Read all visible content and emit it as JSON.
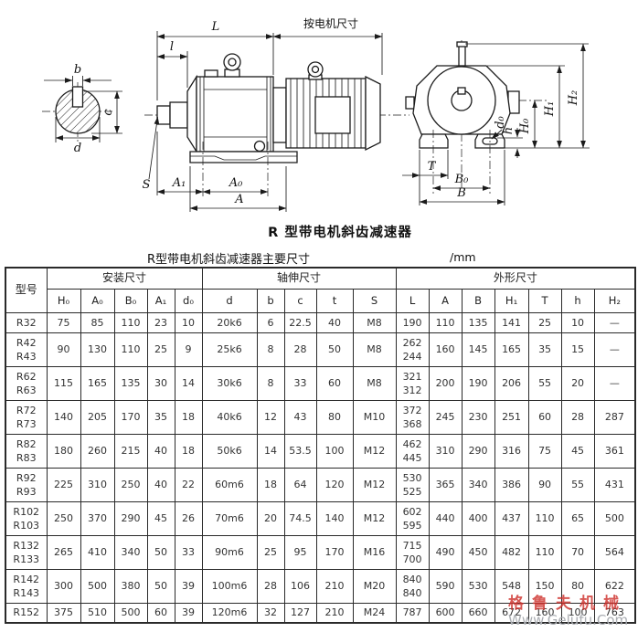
{
  "drawing": {
    "caption": "R 型带电机斜齿减速器",
    "section": {
      "b": "b",
      "c": "c",
      "d": "d"
    },
    "side": {
      "L": "L",
      "motor": "按电机尺寸",
      "l": "l",
      "S": "S",
      "A1": "A₁",
      "A0": "A₀",
      "A": "A"
    },
    "end": {
      "T": "T",
      "B0": "B₀",
      "B": "B",
      "d0": "d₀",
      "h": "h",
      "H0": "H₀",
      "H1": "H₁",
      "H2": "H₂"
    }
  },
  "table": {
    "title": "R型带电机斜齿减速器主要尺寸",
    "unit": "/mm",
    "header": {
      "model": "型号",
      "groups": [
        "安装尺寸",
        "轴伸尺寸",
        "外形尺寸"
      ]
    },
    "columns": [
      "H₀",
      "A₀",
      "B₀",
      "A₁",
      "d₀",
      "d",
      "b",
      "c",
      "t",
      "S",
      "L",
      "A",
      "B",
      "H₁",
      "T",
      "h",
      "H₂"
    ],
    "rows": [
      {
        "model": "R32",
        "cells": [
          "75",
          "85",
          "110",
          "23",
          "10",
          "20k6",
          "6",
          "22.5",
          "40",
          "M8",
          "190",
          "110",
          "135",
          "141",
          "25",
          "10",
          "—"
        ]
      },
      {
        "model": "R42\nR43",
        "cells": [
          "90",
          "130",
          "110",
          "25",
          "9",
          "25k6",
          "8",
          "28",
          "50",
          "M8",
          "262\n244",
          "160",
          "145",
          "165",
          "35",
          "15",
          "—"
        ]
      },
      {
        "model": "R62\nR63",
        "cells": [
          "115",
          "165",
          "135",
          "30",
          "14",
          "30k6",
          "8",
          "33",
          "60",
          "M8",
          "321\n312",
          "200",
          "190",
          "206",
          "55",
          "20",
          "—"
        ]
      },
      {
        "model": "R72\nR73",
        "cells": [
          "140",
          "205",
          "170",
          "35",
          "18",
          "40k6",
          "12",
          "43",
          "80",
          "M10",
          "372\n368",
          "245",
          "230",
          "251",
          "60",
          "28",
          "287"
        ]
      },
      {
        "model": "R82\nR83",
        "cells": [
          "180",
          "260",
          "215",
          "40",
          "18",
          "50k6",
          "14",
          "53.5",
          "100",
          "M12",
          "462\n445",
          "310",
          "290",
          "316",
          "75",
          "45",
          "361"
        ]
      },
      {
        "model": "R92\nR93",
        "cells": [
          "225",
          "310",
          "250",
          "40",
          "22",
          "60m6",
          "18",
          "64",
          "120",
          "M12",
          "530\n525",
          "365",
          "340",
          "386",
          "90",
          "55",
          "431"
        ]
      },
      {
        "model": "R102\nR103",
        "cells": [
          "250",
          "370",
          "290",
          "45",
          "26",
          "70m6",
          "20",
          "74.5",
          "140",
          "M12",
          "602\n595",
          "440",
          "400",
          "437",
          "110",
          "65",
          "500"
        ]
      },
      {
        "model": "R132\nR133",
        "cells": [
          "265",
          "410",
          "340",
          "50",
          "33",
          "90m6",
          "25",
          "95",
          "170",
          "M16",
          "715\n700",
          "490",
          "450",
          "482",
          "110",
          "70",
          "564"
        ]
      },
      {
        "model": "R142\nR143",
        "cells": [
          "300",
          "500",
          "380",
          "50",
          "39",
          "100m6",
          "28",
          "106",
          "210",
          "M20",
          "840\n840",
          "590",
          "530",
          "548",
          "150",
          "80",
          "622"
        ]
      },
      {
        "model": "R152",
        "cells": [
          "375",
          "510",
          "500",
          "60",
          "39",
          "120m6",
          "32",
          "127",
          "210",
          "M24",
          "787",
          "600",
          "660",
          "672",
          "160",
          "100",
          "763"
        ]
      }
    ]
  },
  "watermark": {
    "cn": "格鲁夫机械",
    "url": "Www.Gelufu.Com"
  },
  "colors": {
    "line": "#1b1b1b",
    "watermark_red": "#cd2d28",
    "watermark_gray": "#aaadb2"
  }
}
